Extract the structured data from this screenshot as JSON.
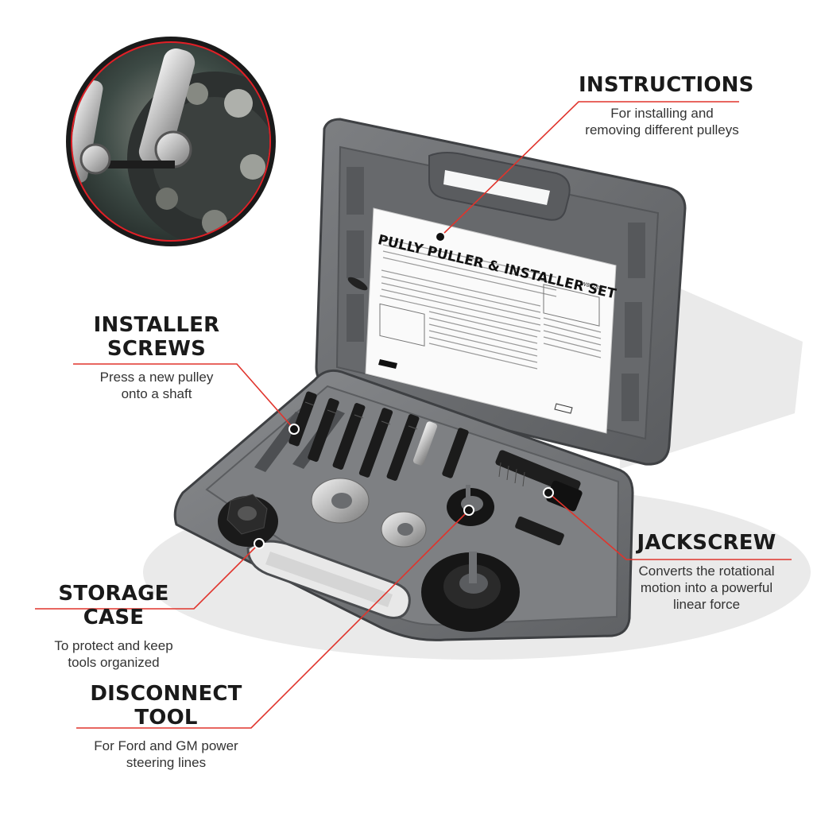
{
  "callouts": {
    "instructions": {
      "title": "INSTRUCTIONS",
      "lines": [
        "For installing and",
        "removing different pulleys"
      ]
    },
    "installer_screws": {
      "title_lines": [
        "INSTALLER",
        "SCREWS"
      ],
      "lines": [
        "Press a new pulley",
        "onto a shaft"
      ]
    },
    "jackscrew": {
      "title": "JACKSCREW",
      "lines": [
        "Converts the rotational",
        "motion into a powerful",
        "linear force"
      ]
    },
    "storage_case": {
      "title": "STORAGE CASE",
      "lines": [
        "To protect and keep",
        "tools organized"
      ]
    },
    "disconnect_tool": {
      "title_lines": [
        "DISCONNECT",
        "TOOL"
      ],
      "lines": [
        "For Ford and GM power",
        "steering lines"
      ]
    }
  },
  "instruction_sheet": {
    "title": "PULLY PULLER & INSTALLER SET",
    "code": "W8078S"
  },
  "colors": {
    "leader_line": "#e0342c",
    "inset_ring": "#e21f26",
    "case_gray": "#6f7174",
    "case_dark": "#4a4c4f"
  }
}
